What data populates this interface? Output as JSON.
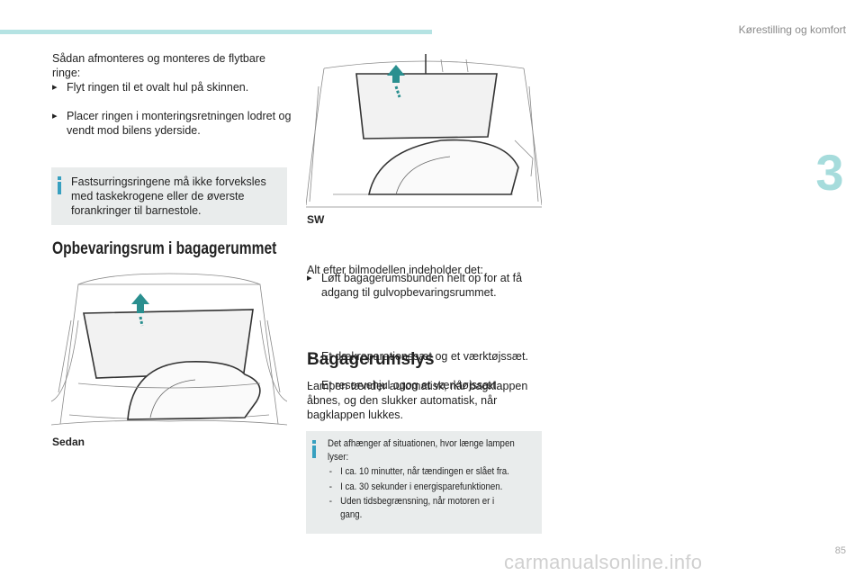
{
  "header": {
    "section_title": "Kørestilling og komfort",
    "chapter_number": "3"
  },
  "col1": {
    "intro": "Sådan afmonteres og monteres de flytbare ringe:",
    "bullets": [
      "Flyt ringen til et ovalt hul på skinnen.",
      "Placer ringen i monteringsretningen lodret og vendt mod bilens yderside."
    ],
    "info": "Fastsurringsringene må ikke forveksles med taskekrogene eller de øverste forankringer til barnestole.",
    "heading": "Opbevaringsrum i bagagerummet",
    "caption": "Sedan"
  },
  "col2": {
    "sw_label": "SW",
    "sw_bullet": "Løft bagagerumsbunden helt op for at få adgang til gulvopbevaringsrummet.",
    "contents_intro": "Alt efter bilmodellen indeholder det:",
    "contents": [
      "Et dækreparationssæt og et værktøjssæt.",
      "Et reservehjul ogog et værktøjssæt."
    ],
    "heading": "Bagagerumslys",
    "lamp_text": "Lampen tænder automatisk, når bagklappen åbnes, og den slukker automatisk, når bagklappen lukkes.",
    "info_intro": "Det afhænger af situationen, hvor længe lampen lyser:",
    "info_items": [
      "I ca. 10 minutter, når tændingen er slået fra.",
      "I ca. 30 sekunder i energisparefunktionen.",
      "Uden tidsbegrænsning, når motoren er i gang."
    ]
  },
  "footer": {
    "page_number": "85",
    "watermark": "carmanualsonline.info"
  },
  "colors": {
    "accent": "#37a0c0",
    "arrow": "#2a8f8f",
    "topbar": "#b5e3e3"
  }
}
